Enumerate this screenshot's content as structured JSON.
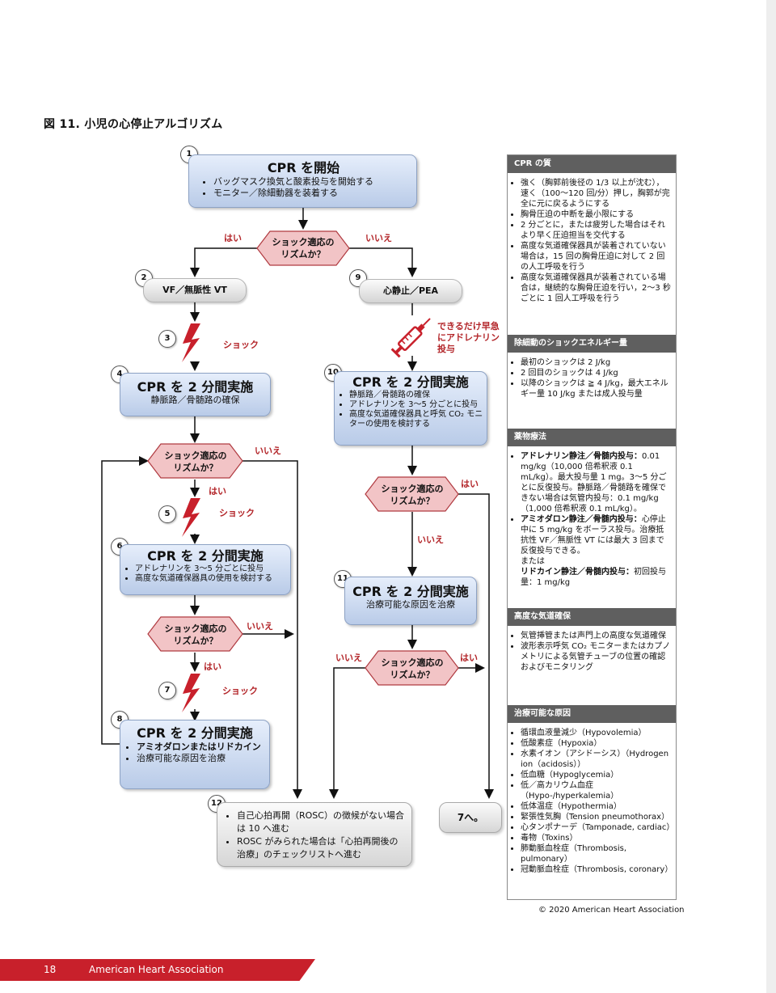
{
  "figure_title": "図 11.  小児の心停止アルゴリズム",
  "steps": {
    "s1": {
      "num": "1",
      "title": "CPR を開始",
      "items": [
        "バッグマスク換気と酸素投与を開始する",
        "モニター／除細動器を装着する"
      ]
    },
    "s2": {
      "num": "2",
      "label": "VF／無脈性 VT"
    },
    "s3": {
      "num": "3",
      "label": "ショック"
    },
    "s4": {
      "num": "4",
      "title": "CPR を 2 分間実施",
      "sub": "静脈路／骨髄路の確保"
    },
    "s5": {
      "num": "5",
      "label": "ショック"
    },
    "s6": {
      "num": "6",
      "title": "CPR を 2 分間実施",
      "items": [
        "アドレナリンを 3～5 分ごとに投与",
        "高度な気道確保器具の使用を検討する"
      ]
    },
    "s7": {
      "num": "7",
      "label": "ショック"
    },
    "s8": {
      "num": "8",
      "title": "CPR を 2 分間実施",
      "items": [
        "アミオダロンまたはリドカイン",
        "治療可能な原因を治療"
      ]
    },
    "s9": {
      "num": "9",
      "label": "心静止／PEA"
    },
    "s9b": {
      "label": "できるだけ早急にアドレナリン投与"
    },
    "s10": {
      "num": "10",
      "title": "CPR を 2 分間実施",
      "items": [
        "静脈路／骨髄路の確保",
        "アドレナリンを 3～5 分ごとに投与",
        "高度な気道確保器具と呼気 CO₂ モニターの使用を検討する"
      ]
    },
    "s11": {
      "num": "11",
      "title": "CPR を 2 分間実施",
      "sub": "治療可能な原因を治療"
    },
    "s12": {
      "num": "12",
      "items": [
        "自己心拍再開（ROSC）の徴候がない場合は 10 へ進む",
        "ROSC がみられた場合は「心拍再開後の治療」のチェックリストへ進む"
      ]
    },
    "goto7": {
      "label": "7へ。"
    }
  },
  "decision": {
    "line1": "ショック適応の",
    "line2": "リズムか？"
  },
  "yes": "はい",
  "no": "いいえ",
  "side_panel": {
    "cpr_quality": {
      "title": "CPR の質",
      "items": [
        "強く（胸郭前後径の 1/3 以上が沈む），速く（100～120 回/分）押し，胸郭が完全に元に戻るようにする",
        "胸骨圧迫の中断を最小限にする",
        "2 分ごとに，または疲労した場合はそれより早く圧迫担当を交代する",
        "高度な気道確保器具が装着されていない場合は，15 回の胸骨圧迫に対して 2 回の人工呼吸を行う",
        "高度な気道確保器具が装着されている場合は，継続的な胸骨圧迫を行い，2～3 秒ごとに 1 回人工呼吸を行う"
      ]
    },
    "energy": {
      "title": "除細動のショックエネルギー量",
      "items": [
        "最初のショックは 2 J/kg",
        "2 回目のショックは 4 J/kg",
        "以降のショックは ≧ 4 J/kg，最大エネルギー量 10 J/kg または成人投与量"
      ]
    },
    "drugs": {
      "title": "薬物療法",
      "adrenaline_head": "アドレナリン静注／骨髄内投与：",
      "adrenaline_body": "0.01 mg/kg（10,000 倍希釈液 0.1 mL/kg）。最大投与量 1 mg。3～5 分ごとに反復投与。静脈路／骨髄路を確保できない場合は気管内投与：0.1 mg/kg（1,000 倍希釈液 0.1 mL/kg）。",
      "amio_head": "アミオダロン静注／骨髄内投与：",
      "amio_body": "心停止中に 5 mg/kg をボーラス投与。治療抵抗性 VF／無脈性 VT には最大 3 回まで反復投与できる。",
      "or": "または",
      "lido_head": "リドカイン静注／骨髄内投与：",
      "lido_body": "初回投与量：1 mg/kg"
    },
    "airway": {
      "title": "高度な気道確保",
      "items": [
        "気管挿管または声門上の高度な気道確保",
        "波形表示呼気 CO₂ モニターまたはカプノメトリによる気管チューブの位置の確認およびモニタリング"
      ]
    },
    "causes": {
      "title": "治療可能な原因",
      "items": [
        "循環血液量減少（Hypovolemia）",
        "低酸素症（Hypoxia）",
        "水素イオン（アシドーシス）（Hydrogen ion（acidosis））",
        "低血糖（Hypoglycemia）",
        "低／高カリウム血症（Hypo-/hyperkalemia）",
        "低体温症（Hypothermia）",
        "緊張性気胸（Tension pneumothorax）",
        "心タンポナーデ（Tamponade, cardiac）",
        "毒物（Toxins）",
        "肺動脈血栓症（Thrombosis, pulmonary）",
        "冠動脈血栓症（Thrombosis, coronary）"
      ]
    }
  },
  "copyright": "© 2020 American Heart Association",
  "footer": {
    "page": "18",
    "org": "American Heart Association"
  },
  "colors": {
    "accent_red": "#c8202b",
    "box_blue": "#b9cbe8",
    "diamond_pink": "#f2c4c6"
  }
}
